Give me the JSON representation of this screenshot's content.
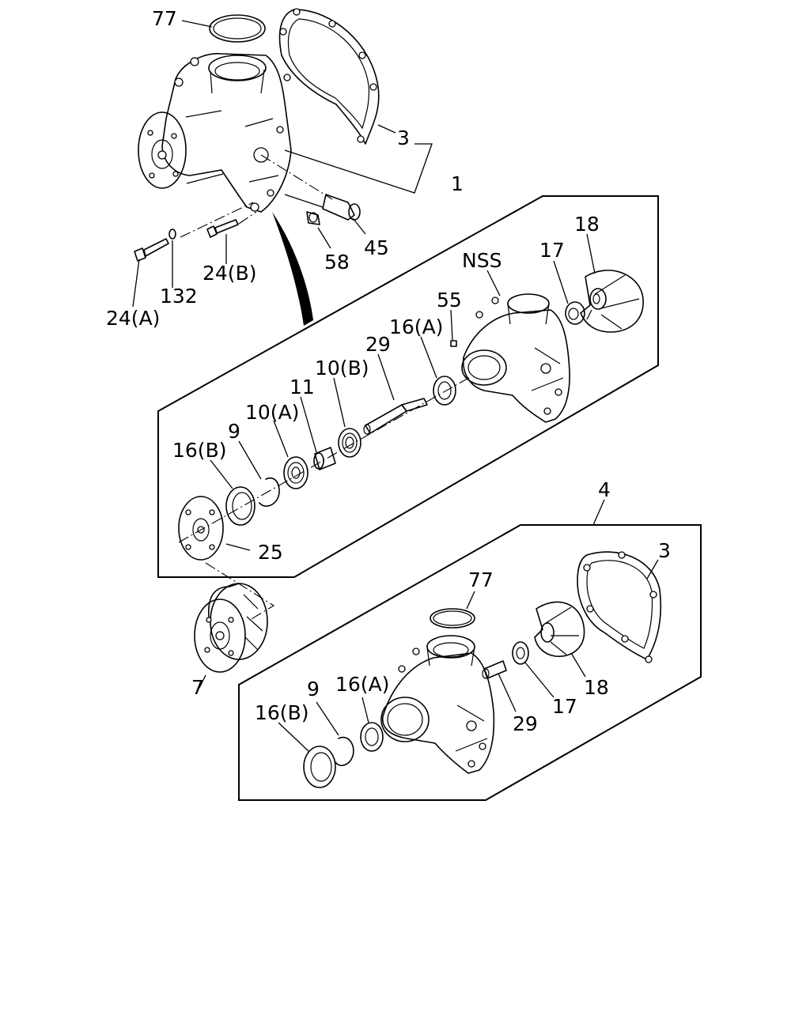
{
  "callouts": {
    "c77_top": "77",
    "c3_top": "3",
    "c1": "1",
    "c45": "45",
    "c58": "58",
    "c24b": "24(B)",
    "c132": "132",
    "c24a": "24(A)",
    "cNSS": "NSS",
    "c18_mid": "18",
    "c17_mid": "17",
    "c55": "55",
    "c16a_mid": "16(A)",
    "c29_mid": "29",
    "c10b": "10(B)",
    "c11": "11",
    "c10a": "10(A)",
    "c9_mid": "9",
    "c16b_mid": "16(B)",
    "c25": "25",
    "c4": "4",
    "c3_bot": "3",
    "c77_bot": "77",
    "c7": "7",
    "c9_bot": "9",
    "c16a_bot": "16(A)",
    "c16b_bot": "16(B)",
    "c29_bot": "29",
    "c17_bot": "17",
    "c18_bot": "18"
  }
}
